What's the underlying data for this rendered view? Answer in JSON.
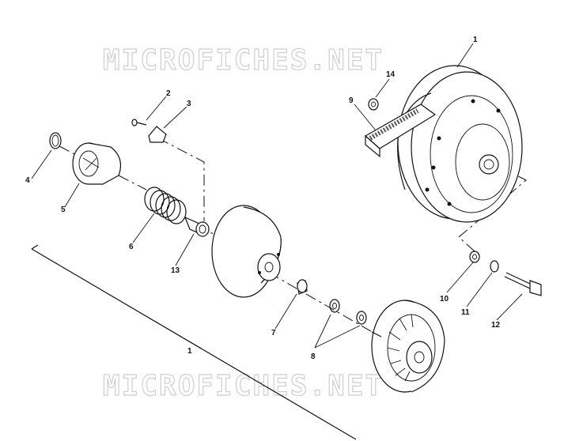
{
  "watermark": {
    "text_top": "MICROFICHES.NET",
    "text_bottom": "MICROFICHES.NET"
  },
  "callouts": {
    "c1_top": "1",
    "c2": "2",
    "c3": "3",
    "c4": "4",
    "c5": "5",
    "c6": "6",
    "c7": "7",
    "c8": "8",
    "c9": "9",
    "c10": "10",
    "c11": "11",
    "c12": "12",
    "c13": "13",
    "c14": "14",
    "c1_bottom": "1"
  }
}
